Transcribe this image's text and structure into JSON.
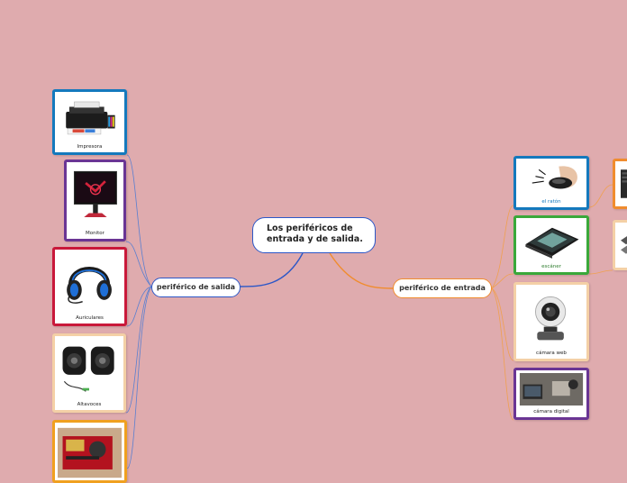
{
  "central_topic": "Los periféricos de entrada y de salida.",
  "branches": {
    "output": {
      "label": "periférico de salida",
      "items": [
        {
          "caption": "Impresora",
          "icon": "printer-icon"
        },
        {
          "caption": "Monitor",
          "icon": "monitor-icon"
        },
        {
          "caption": "Auriculares",
          "icon": "headphones-icon"
        },
        {
          "caption": "Altavoces",
          "icon": "speakers-icon"
        },
        {
          "caption": "",
          "icon": "graphics-card-icon"
        }
      ]
    },
    "input": {
      "label": "periférico de entrada",
      "items": [
        {
          "caption": "el ratón",
          "icon": "mouse-icon"
        },
        {
          "caption": "escáner",
          "icon": "scanner-icon"
        },
        {
          "caption": "cámara web",
          "icon": "webcam-icon"
        },
        {
          "caption": "cámara digital",
          "icon": "digital-camera-icon"
        }
      ]
    }
  },
  "colors": {
    "background": "#dfabae",
    "center_border": "#2c57c7",
    "output_branch": "#2c57c7",
    "input_branch": "#f08c2e"
  }
}
